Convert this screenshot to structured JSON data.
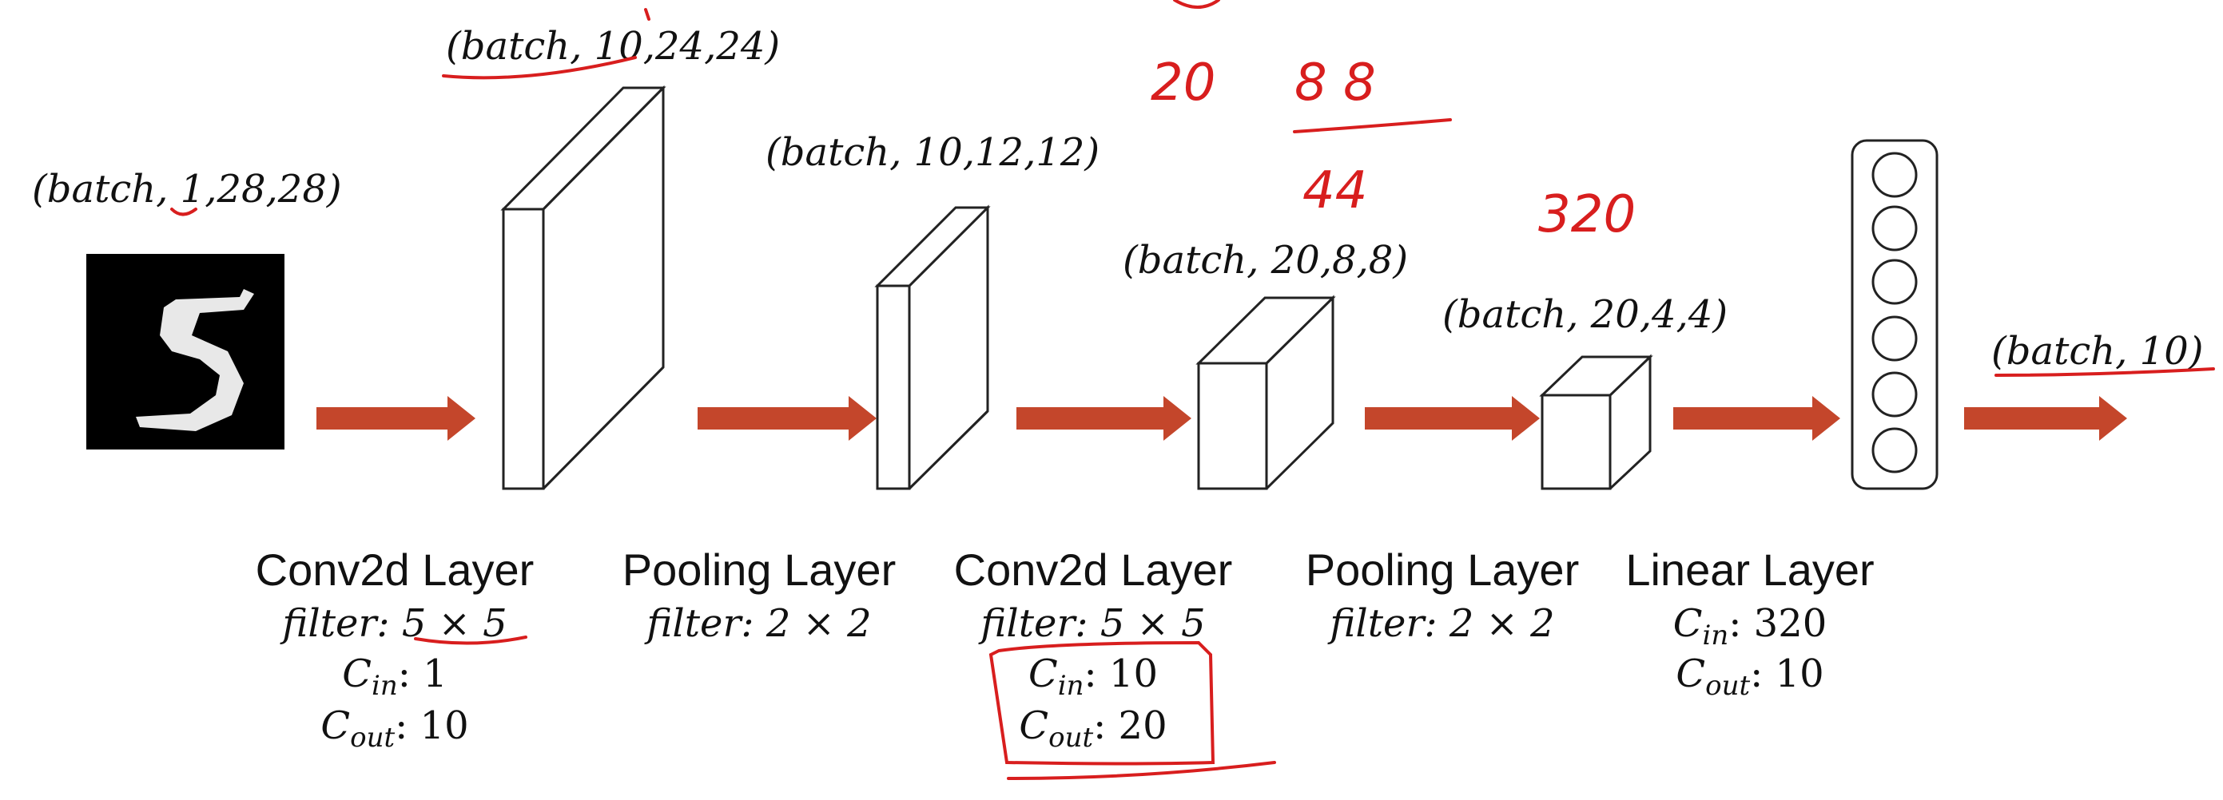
{
  "input_image": {
    "digit": "5",
    "description_icon": "mnist-digit-image"
  },
  "shapes": {
    "input": "(batch, 1,28,28)",
    "conv1": "(batch, 10,24,24)",
    "pool1": "(batch, 10,12,12)",
    "conv2": "(batch, 20,8,8)",
    "pool2": "(batch, 20,4,4)",
    "output": "(batch, 10)"
  },
  "layers": [
    {
      "title": "Conv2d Layer",
      "filter": "filter: 5 × 5",
      "cin": "C",
      "cin_sub": "in",
      "cin_val": ": 1",
      "cout": "C",
      "cout_sub": "out",
      "cout_val": ": 10"
    },
    {
      "title": "Pooling Layer",
      "filter": "filter: 2 × 2"
    },
    {
      "title": "Conv2d Layer",
      "filter": "filter: 5 × 5",
      "cin": "C",
      "cin_sub": "in",
      "cin_val": ": 10",
      "cout": "C",
      "cout_sub": "out",
      "cout_val": ": 20"
    },
    {
      "title": "Pooling Layer",
      "filter": "filter: 2 × 2"
    },
    {
      "title": "Linear Layer",
      "cin": "C",
      "cin_sub": "in",
      "cin_val": ": 320",
      "cout": "C",
      "cout_sub": "out",
      "cout_val": ": 10"
    }
  ],
  "handwriting": {
    "h1": "20",
    "h2": "8 8",
    "h3": "44",
    "h4": "320"
  },
  "colors": {
    "arrow": "#c4462b",
    "annotation": "#d81e1e"
  }
}
